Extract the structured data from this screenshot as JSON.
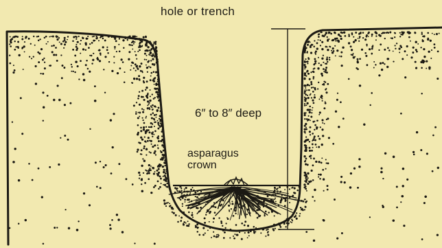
{
  "labels": {
    "title": "hole or trench",
    "depth": "6″ to 8″ deep",
    "crown_line1": "asparagus",
    "crown_line2": "crown"
  },
  "colors": {
    "background": "#f2e9b0",
    "ink": "#1c1a14"
  }
}
